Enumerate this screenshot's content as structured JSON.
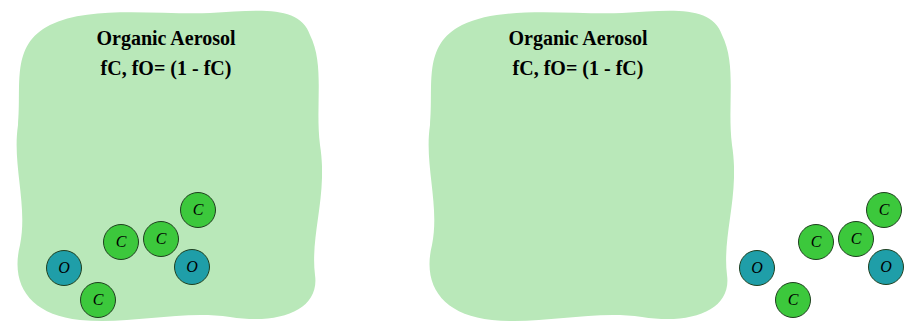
{
  "diagram": {
    "nodes": [
      {
        "text": [
          "Organic Aerosol",
          "fC, fO= (1 - fC)"
        ]
      },
      {
        "text": [
          "O"
        ],
        "in": 0
      },
      {
        "text": [
          "C"
        ],
        "in": 0
      },
      {
        "text": [
          "C"
        ],
        "in": 0
      },
      {
        "text": [
          "C"
        ],
        "in": 0
      },
      {
        "text": [
          "C"
        ],
        "in": 0
      },
      {
        "text": [
          "O"
        ],
        "in": 0
      },
      {
        "text": [
          "Organic Aerosol",
          "fC, fO= (1 - fC)"
        ]
      },
      {
        "text": [
          "O"
        ]
      },
      {
        "text": [
          "C"
        ]
      },
      {
        "text": [
          "C"
        ]
      },
      {
        "text": [
          "C"
        ]
      },
      {
        "text": [
          "C"
        ]
      },
      {
        "text": [
          "O"
        ]
      }
    ]
  }
}
